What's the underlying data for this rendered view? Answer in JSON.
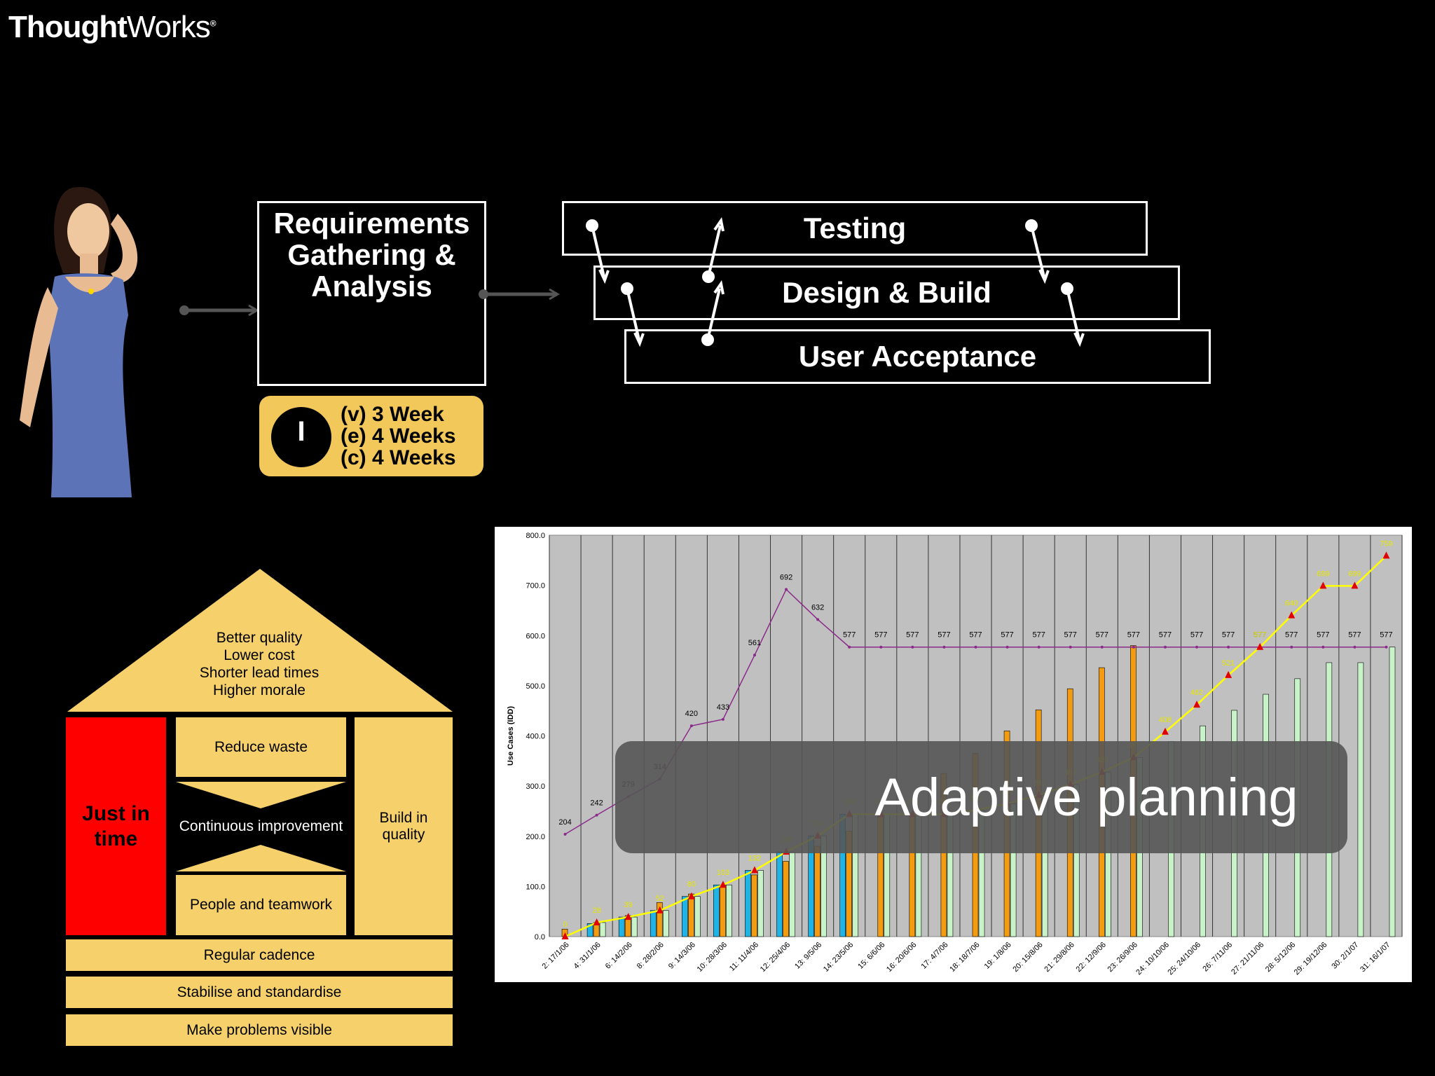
{
  "logo": {
    "part1": "Thought",
    "part2": "Works",
    "mark": "®"
  },
  "process": {
    "requirements": "Requirements Gathering & Analysis",
    "phases": [
      "Testing",
      "Design & Build",
      "User Acceptance"
    ],
    "timebox_icon": "clock-icon",
    "timebox_label": "I",
    "durations": [
      "(v) 3 Week",
      "(e) 4 Weeks",
      "(c) 4 Weeks"
    ]
  },
  "house": {
    "roof": [
      "Better quality",
      "Lower cost",
      "Shorter lead times",
      "Higher morale"
    ],
    "left_pillar": "Just in time",
    "center_top": "Reduce waste",
    "center_mid": "Continuous improvement",
    "center_bottom": "People and teamwork",
    "right_pillar": "Build in quality",
    "foundation": [
      "Regular cadence",
      "Stabilise and standardise",
      "Make problems visible"
    ],
    "colors": {
      "yellow": "#f5d06b",
      "red": "#ff0000"
    }
  },
  "overlay_text": "Adaptive planning",
  "chart_data": {
    "type": "bar",
    "ylabel": "Use Cases (IDD)",
    "ylim": [
      0,
      800
    ],
    "yticks": [
      "0.0",
      "100.0",
      "200.0",
      "300.0",
      "400.0",
      "500.0",
      "600.0",
      "700.0",
      "800.0"
    ],
    "categories": [
      "2: 17/1/06",
      "4: 31/1/06",
      "6: 14/2/06",
      "8: 28/2/06",
      "9: 14/3/06",
      "10: 28/3/06",
      "11: 11/4/06",
      "12: 25/4/06",
      "13: 9/5/06",
      "14: 23/5/06",
      "15: 6/6/06",
      "16: 20/6/06",
      "17: 4/7/06",
      "18: 18/7/06",
      "19: 1/8/06",
      "20: 15/8/06",
      "21: 29/8/06",
      "22: 12/9/06",
      "23: 26/9/06",
      "24: 10/10/06",
      "25: 24/10/06",
      "26: 7/11/06",
      "27: 21/11/06",
      "28: 5/12/06",
      "29: 19/12/06",
      "30: 2/1/07",
      "31: 16/1/07"
    ],
    "series": [
      {
        "values": [
          0,
          26,
          39,
          52,
          80,
          103,
          132,
          169,
          201,
          244,
          0,
          0,
          0,
          0,
          0,
          0,
          0,
          0,
          0,
          0,
          0,
          0,
          0,
          0,
          0,
          0,
          0
        ],
        "color": "#1fb3e6"
      },
      {
        "values": [
          15,
          28,
          42,
          68,
          85,
          103,
          123,
          150,
          180,
          210,
          244,
          244,
          325,
          365,
          410,
          452,
          494,
          536,
          580,
          0,
          0,
          0,
          0,
          0,
          0,
          0,
          0
        ],
        "color": "#f39c12"
      },
      {
        "values": [
          0,
          28,
          39,
          52,
          80,
          103,
          132,
          169,
          201,
          244,
          244,
          244,
          244,
          252,
          265,
          282,
          303,
          328,
          357,
          389,
          420,
          451,
          483,
          514,
          546,
          546,
          577
        ],
        "color": "#c8f2c8"
      },
      {
        "values": [
          204,
          242,
          279,
          314,
          420,
          433,
          561,
          692,
          632,
          577,
          577,
          577,
          577,
          577,
          577,
          577,
          577,
          577,
          577,
          577,
          577,
          577,
          577,
          577,
          577,
          577,
          577
        ],
        "color": "#8b2a8b"
      },
      {
        "values": [
          0,
          28,
          39,
          52,
          80,
          103,
          132,
          169,
          201,
          244,
          244,
          244,
          244,
          252,
          265,
          282,
          303,
          328,
          357,
          408,
          462,
          521,
          577,
          640,
          699,
          699,
          759
        ],
        "color": "#ffff00"
      }
    ],
    "grid": true
  }
}
